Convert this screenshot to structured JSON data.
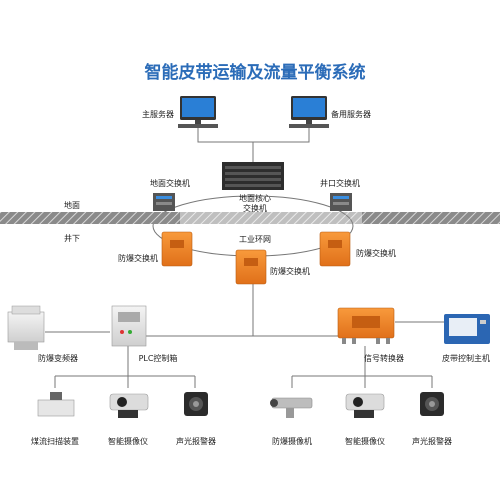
{
  "title": "智能皮带运输及流量平衡系统",
  "labels": {
    "main_server": "主服务器",
    "backup_server": "备用服务器",
    "ground_switch": "地面交换机",
    "shaft_switch": "井口交换机",
    "core_switch_line1": "地面核心",
    "core_switch_line2": "交换机",
    "ground": "地面",
    "underground": "井下",
    "industrial_ring": "工业环网",
    "ex_switch_left": "防爆交换机",
    "ex_switch_right": "防爆交换机",
    "ex_switch_center": "防爆交换机",
    "ex_inverter": "防爆变频器",
    "plc_box": "PLC控制箱",
    "signal_converter": "信号转换器",
    "belt_host": "皮带控制主机",
    "coal_scanner": "煤流扫描装置",
    "smart_camera_1": "智能摄像仪",
    "alarm_1": "声光报警器",
    "ex_camera": "防爆摄像机",
    "smart_camera_2": "智能摄像仪",
    "alarm_2": "声光报警器"
  },
  "colors": {
    "title": "#2b6cb8",
    "orange": "#f07f1e",
    "line": "#777777",
    "ground_fill": "#8a8a8a",
    "ground_stripe": "#ffffff"
  }
}
